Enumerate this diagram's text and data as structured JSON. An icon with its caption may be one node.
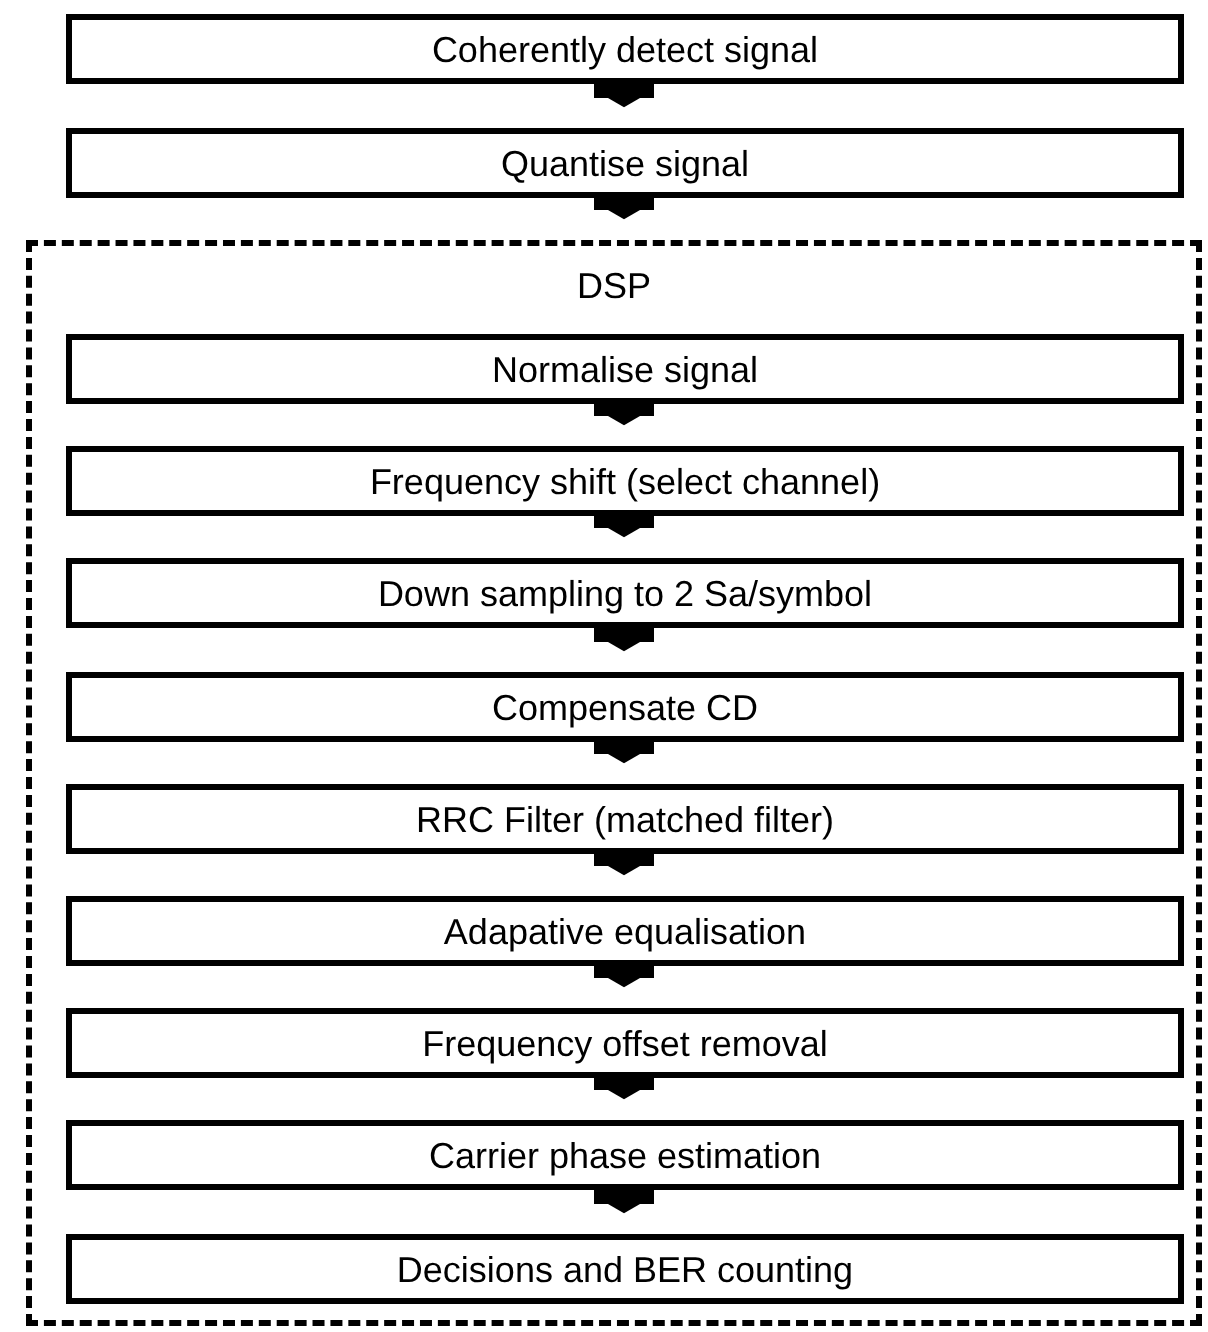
{
  "diagram": {
    "nodes": [
      {
        "text": [
          "Coherently detect signal"
        ]
      },
      {
        "text": [
          "Quantise signal"
        ]
      },
      {
        "text": [
          "DSP"
        ]
      },
      {
        "text": [
          "Normalise signal"
        ],
        "in": 2
      },
      {
        "text": [
          "Frequency shift (select channel)"
        ],
        "in": 2
      },
      {
        "text": [
          "Down sampling to 2 Sa/symbol"
        ],
        "in": 2
      },
      {
        "text": [
          "Compensate CD"
        ],
        "in": 2
      },
      {
        "text": [
          "RRC Filter (matched filter)"
        ],
        "in": 2
      },
      {
        "text": [
          "Adapative equalisation"
        ],
        "in": 2
      },
      {
        "text": [
          "Frequency offset removal"
        ],
        "in": 2
      },
      {
        "text": [
          "Carrier phase estimation"
        ],
        "in": 2
      },
      {
        "text": [
          "Decisions and BER counting"
        ],
        "in": 2
      }
    ],
    "edges": [
      {
        "from": 0,
        "to": 1,
        "arrow": "to"
      },
      {
        "from": 1,
        "to": 2,
        "arrow": "to"
      },
      {
        "from": 3,
        "to": 4,
        "arrow": "to"
      },
      {
        "from": 4,
        "to": 5,
        "arrow": "to"
      },
      {
        "from": 5,
        "to": 6,
        "arrow": "to"
      },
      {
        "from": 6,
        "to": 7,
        "arrow": "to"
      },
      {
        "from": 7,
        "to": 8,
        "arrow": "to"
      },
      {
        "from": 8,
        "to": 9,
        "arrow": "to"
      },
      {
        "from": 9,
        "to": 10,
        "arrow": "to"
      },
      {
        "from": 10,
        "to": 11,
        "arrow": "to"
      }
    ]
  }
}
